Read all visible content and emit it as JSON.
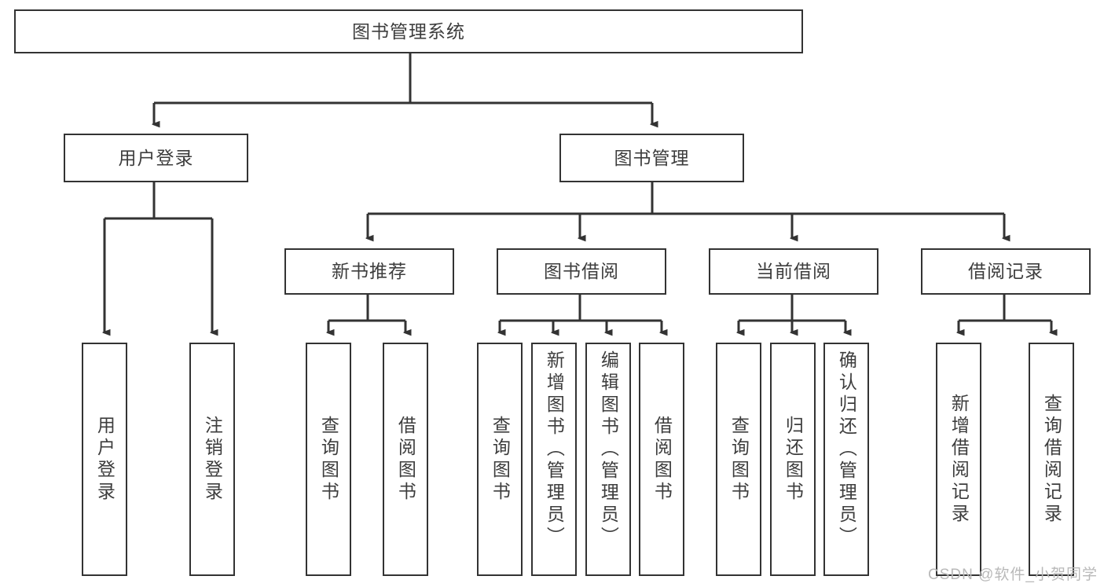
{
  "diagram": {
    "type": "tree-hierarchy",
    "title": "图书管理系统",
    "watermark": "CSDN @软件_小贺同学",
    "colors": {
      "box_border": "#333333",
      "box_fill": "#ffffff",
      "connector": "#333333",
      "text": "#3d3d3d",
      "watermark": "#b9b9b9"
    },
    "root": {
      "label": "图书管理系统"
    },
    "level2": [
      {
        "label": "用户登录"
      },
      {
        "label": "图书管理"
      }
    ],
    "level3": [
      {
        "label": "新书推荐"
      },
      {
        "label": "图书借阅"
      },
      {
        "label": "当前借阅"
      },
      {
        "label": "借阅记录"
      }
    ],
    "leaves": {
      "user_login": [
        {
          "label": "用户登录"
        },
        {
          "label": "注销登录"
        }
      ],
      "new_book_recommend": [
        {
          "label": "查询图书"
        },
        {
          "label": "借阅图书"
        }
      ],
      "book_borrow": [
        {
          "label": "查询图书"
        },
        {
          "label": "新增图书（管理员）"
        },
        {
          "label": "编辑图书（管理员）"
        },
        {
          "label": "借阅图书"
        }
      ],
      "current_borrow": [
        {
          "label": "查询图书"
        },
        {
          "label": "归还图书"
        },
        {
          "label": "确认归还（管理员）"
        }
      ],
      "borrow_record": [
        {
          "label": "新增借阅记录"
        },
        {
          "label": "查询借阅记录"
        }
      ]
    }
  }
}
